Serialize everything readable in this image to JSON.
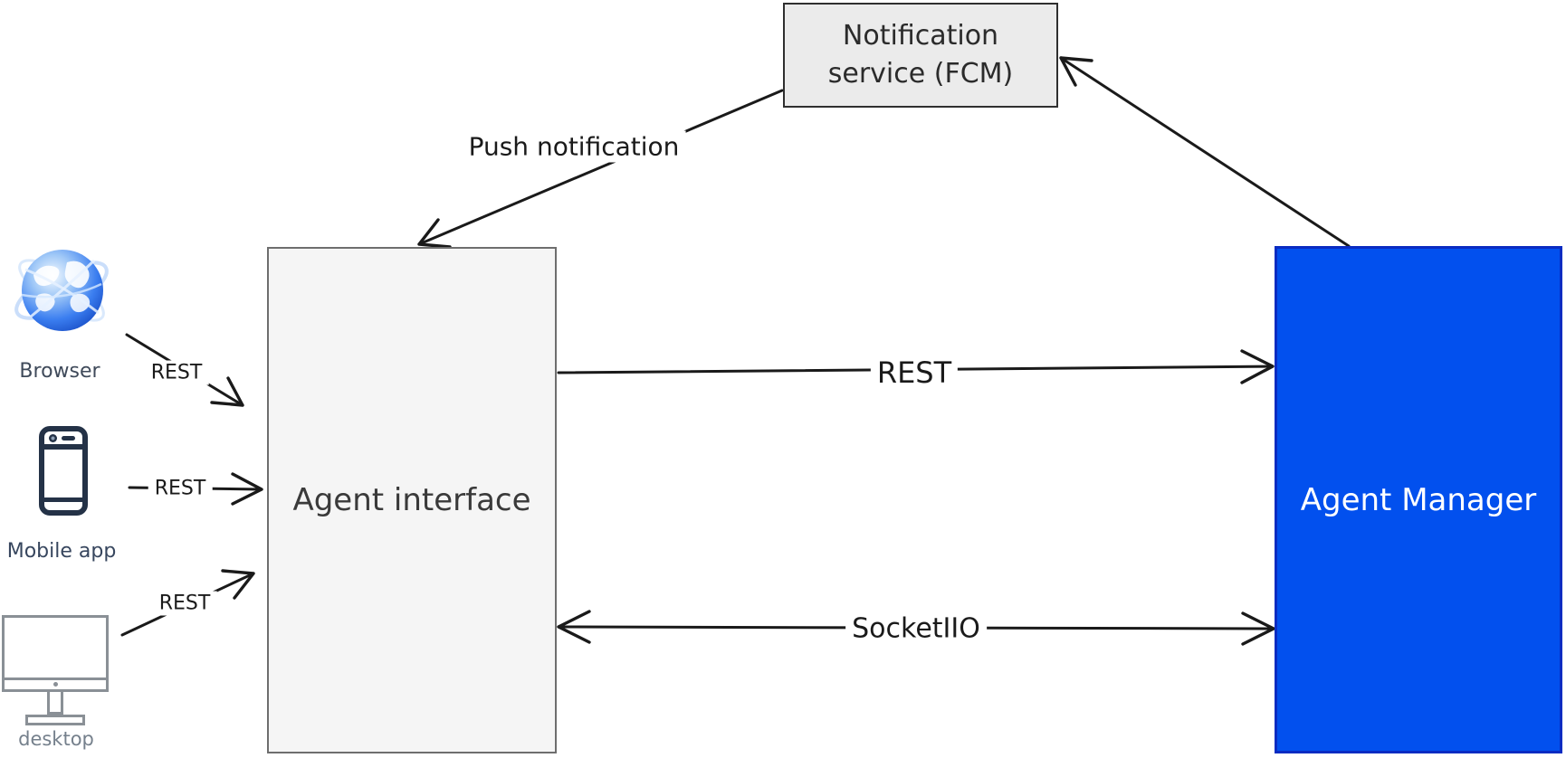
{
  "diagram": {
    "background": "#ffffff",
    "stroke_color": "#1a1a1a",
    "nodes": {
      "notification_service": {
        "line1": "Notification",
        "line2": "service (FCM)",
        "fill": "#ebebeb",
        "border": "#2f2f2f",
        "text_color": "#2b2b2b"
      },
      "agent_interface": {
        "label": "Agent interface",
        "fill": "#f5f5f5",
        "border": "#6e6e6e",
        "text_color": "#3a3a3a"
      },
      "agent_manager": {
        "label": "Agent Manager",
        "fill": "#0250ee",
        "border": "#0a2cc2",
        "text_color": "#ffffff"
      }
    },
    "clients": [
      {
        "label": "Browser",
        "icon": "globe-icon",
        "label_color": "#3f4a5a"
      },
      {
        "label": "Mobile app",
        "icon": "smartphone-icon",
        "label_color": "#37465e"
      },
      {
        "label": "desktop",
        "icon": "monitor-icon",
        "label_color": "#75808c"
      }
    ],
    "edges": {
      "push_notification": {
        "label": "Push notification"
      },
      "rest_main": {
        "label": "REST"
      },
      "socket": {
        "label": "SocketIIO"
      },
      "browser_rest": {
        "label": "REST"
      },
      "mobile_rest": {
        "label": "REST"
      },
      "desktop_rest": {
        "label": "REST"
      }
    }
  }
}
